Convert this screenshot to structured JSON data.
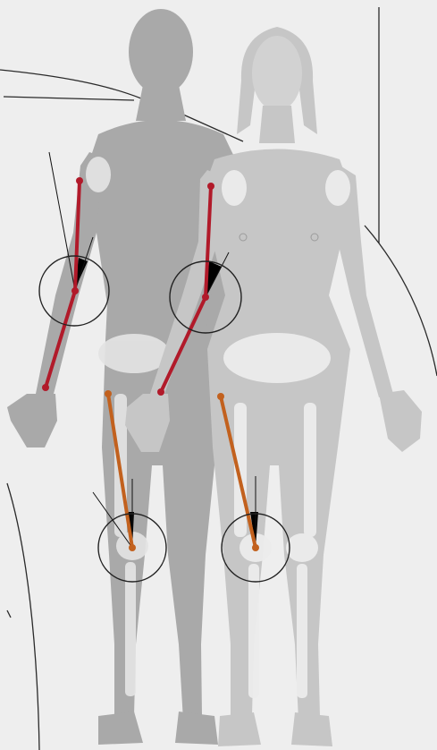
{
  "figures": [
    {
      "name": "male-figure",
      "tone": "#a7a7a7"
    },
    {
      "name": "female-figure",
      "tone": "#c8c8c8"
    }
  ],
  "colors": {
    "background": "#eeeeee",
    "male_body": "#a9a9a9",
    "female_body": "#c6c6c6",
    "bone": "#e4e4e4",
    "arm_axis": "#b11a2a",
    "leg_axis": "#c2611e",
    "angle_wedge": "#000000",
    "circle": "#222222"
  },
  "angles": [
    {
      "name": "male-elbow-carrying-angle",
      "limb": "arm"
    },
    {
      "name": "female-elbow-carrying-angle",
      "limb": "arm"
    },
    {
      "name": "male-knee-q-angle",
      "limb": "leg"
    },
    {
      "name": "female-knee-q-angle",
      "limb": "leg"
    }
  ]
}
